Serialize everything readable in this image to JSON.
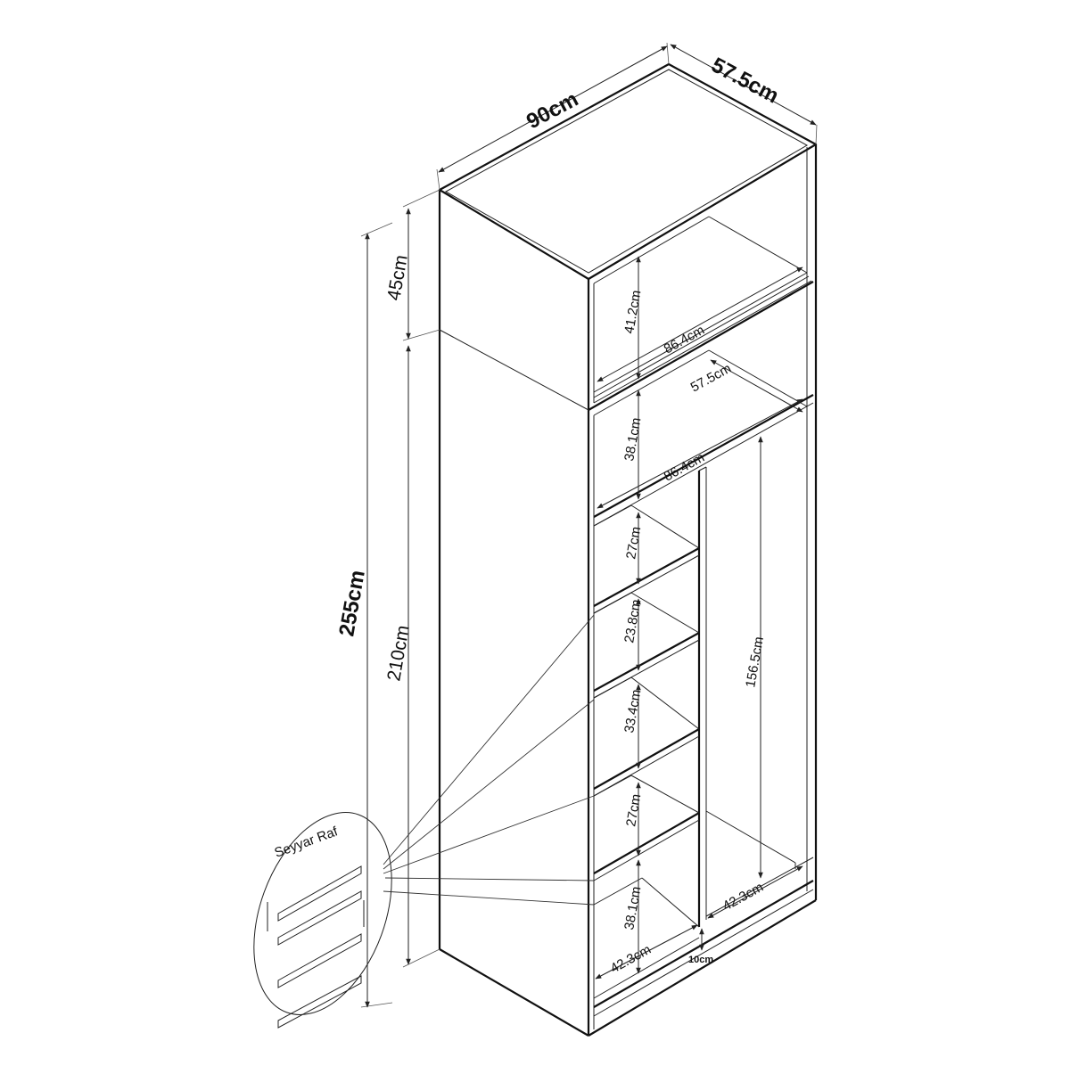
{
  "dimensions": {
    "width": "90cm",
    "depth": "57.5cm",
    "total_height": "255cm",
    "top_unit_height": "45cm",
    "main_height": "210cm",
    "top_shelf_height": "41.2cm",
    "top_shelf_width": "86.4cm",
    "inner_depth": "57.5cm",
    "second_shelf_height": "38.1cm",
    "second_shelf_width": "86.4cm",
    "left_shelf_1": "27cm",
    "left_shelf_2": "23.8cm",
    "left_shelf_3": "33.4cm",
    "left_shelf_4": "27cm",
    "left_bottom_height": "38.1cm",
    "hanging_height": "156.5cm",
    "left_bottom_width": "42.3cm",
    "right_bottom_width": "42.3cm",
    "plinth_height": "10cm"
  },
  "detail": {
    "label": "Seyyar Raf"
  }
}
